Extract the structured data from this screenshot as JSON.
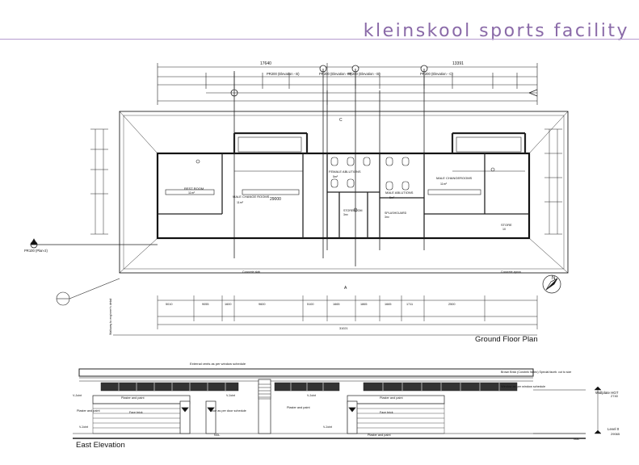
{
  "header": {
    "title": "kleinskool sports facility"
  },
  "plan": {
    "title": "Ground Floor Plan",
    "rooms": [
      {
        "name": "REST ROOM",
        "area": "11m²"
      },
      {
        "name": "MALE CHANGE ROOMS",
        "area": "11m²"
      },
      {
        "name": "FEMALE ABLUTIONS",
        "area": "5m²"
      },
      {
        "name": "MALE ABLUTIONS",
        "area": "5m²"
      },
      {
        "name": "MALE CHANGEROOMS",
        "area": "11m²"
      },
      {
        "name": "STORE",
        "area": "10"
      },
      {
        "name": "STOREROOM",
        "area": "3m²"
      },
      {
        "name": "SPLASHGUARD",
        "area": "3m²"
      }
    ],
    "sections": [
      "PR200 (Elevation - B)",
      "PR200 (Elevation - B)",
      "PR200 (Elevation - B)",
      "PR200 (Elevation - C)"
    ],
    "dims_top": [
      "17640",
      "13391"
    ],
    "dims_bottom": [
      "5010",
      "9055",
      "1600",
      "9600",
      "5100",
      "1665",
      "1865",
      "1665",
      "1711",
      "2500",
      "31021"
    ],
    "notes": [
      "Concrete apron",
      "Concrete slab",
      "Walkway to engineer's detail",
      "C",
      "A",
      "N",
      "PR100 (Plan-2)"
    ],
    "center_dim": "29000"
  },
  "elevation": {
    "title": "East Elevation",
    "labels": [
      "External vents as per window schedule",
      "Plaster and paint",
      "Plaster and paint",
      "Plaster and paint",
      "Plaster and paint",
      "Plaster and paint",
      "Door as per door schedule",
      "Window as per window schedule",
      "Face brick",
      "Face brick",
      "V-Joint",
      "V-Joint",
      "V-Joint",
      "V-Joint",
      "V-Joint",
      "NGL",
      "NGL"
    ],
    "levels": [
      {
        "name": "Wallplate HGT",
        "value": "2740"
      },
      {
        "name": "Level 0",
        "value": "29065"
      }
    ],
    "brick_note": "Brown Brick (Corobrik Nutec) Special faceb. cut to size"
  }
}
